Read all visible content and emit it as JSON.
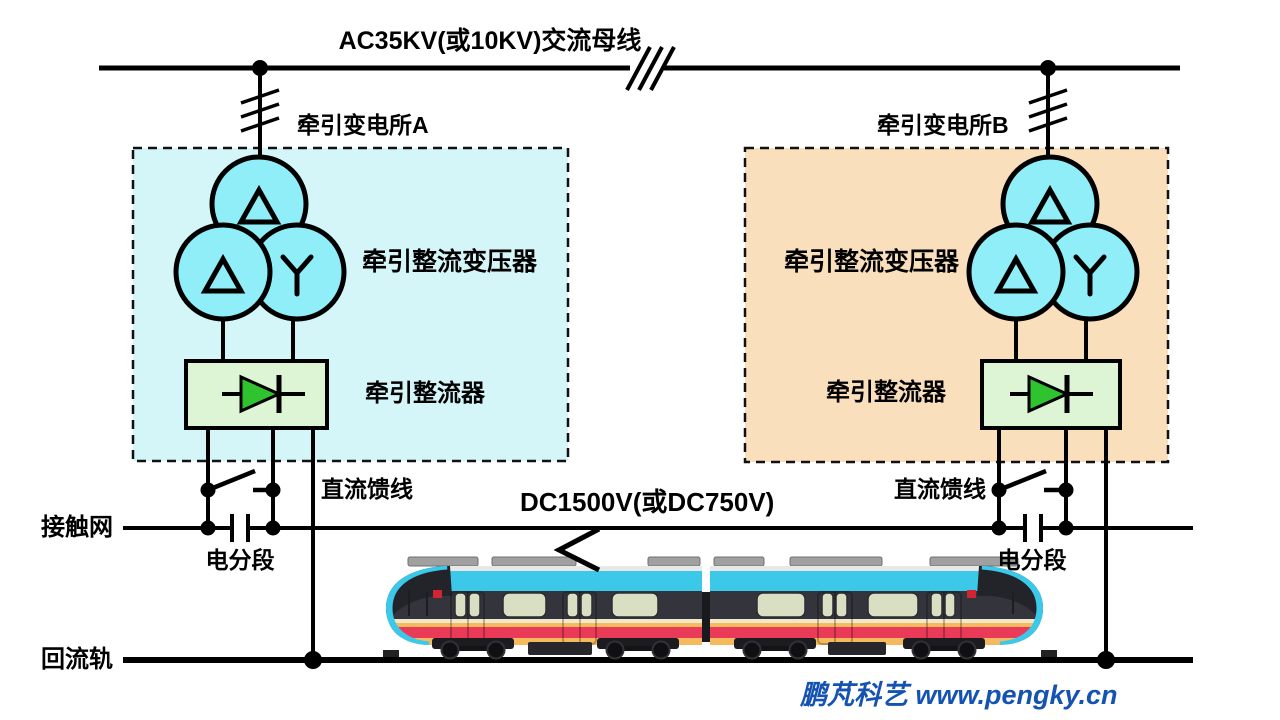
{
  "bus": {
    "title": "AC35KV(或10KV)交流母线"
  },
  "substation_a": {
    "name": "牵引变电所A",
    "transformer": "牵引整流变压器",
    "rectifier": "牵引整流器",
    "dc_feeder": "直流馈线",
    "section": "电分段"
  },
  "substation_b": {
    "name": "牵引变电所B",
    "transformer": "牵引整流变压器",
    "rectifier": "牵引整流器",
    "dc_feeder": "直流馈线",
    "section": "电分段"
  },
  "dc_line": {
    "voltage": "DC1500V(或DC750V)",
    "catenary": "接触网",
    "return_rail": "回流轨"
  },
  "watermark": {
    "text": "鹏芃科艺 www.pengky.cn",
    "color": "#1553b3"
  },
  "colors": {
    "substation_a_fill": "#d5f6f9",
    "substation_b_fill": "#fadfbd",
    "transformer_fill": "#8feef7",
    "rectifier_fill": "#def5d5",
    "diode_fill": "#2fc42f",
    "line_black": "#000000",
    "train_cyan": "#3cc8e9",
    "train_dark": "#34343c",
    "train_orange": "#f6ba5e",
    "train_red": "#e93a58",
    "train_window": "#d9dfc3",
    "train_roof_gray": "#a0a0a0"
  }
}
